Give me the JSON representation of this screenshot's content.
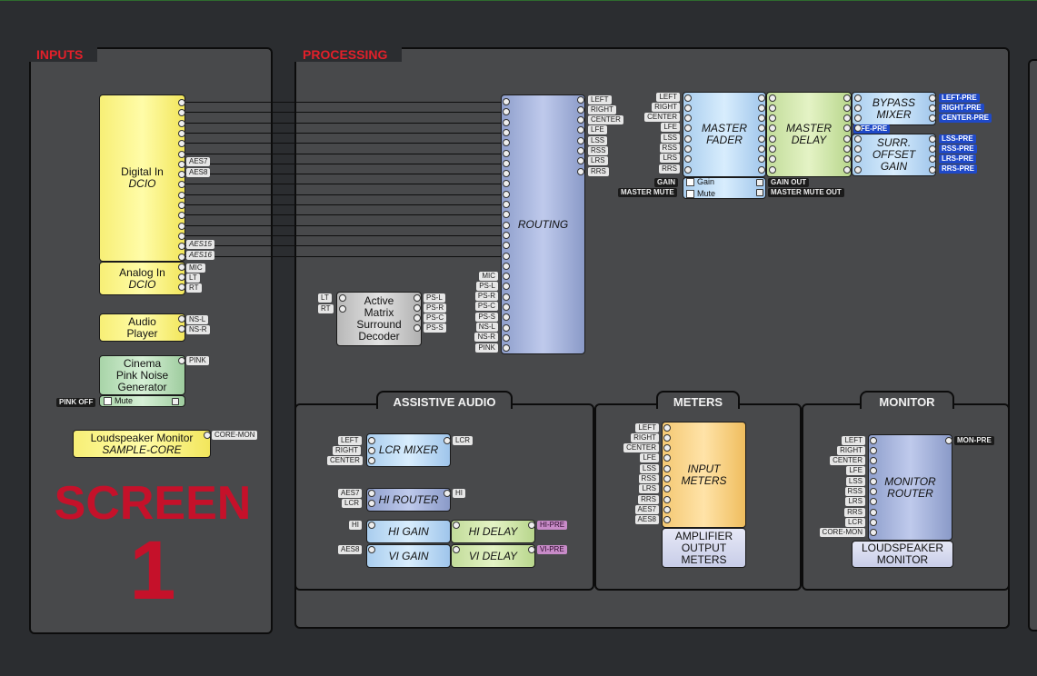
{
  "sections": {
    "inputs": "INPUTS",
    "processing": "PROCESSING",
    "assistive": "ASSISTIVE AUDIO",
    "meters": "METERS",
    "monitor": "MONITOR"
  },
  "screen": {
    "word": "SCREEN",
    "number": "1"
  },
  "inputs": {
    "digital_in": {
      "name": "Digital In",
      "sub": "DCIO",
      "outs": [
        "AES7",
        "AES8",
        "AES15",
        "AES16"
      ]
    },
    "analog_in": {
      "name": "Analog In",
      "sub": "DCIO",
      "outs": [
        "MIC",
        "LT",
        "RT"
      ]
    },
    "audio_player": {
      "name1": "Audio",
      "name2": "Player",
      "outs": [
        "NS-L",
        "NS-R"
      ]
    },
    "pink_noise": {
      "name1": "Cinema",
      "name2": "Pink Noise",
      "name3": "Generator",
      "out": "PINK",
      "mute": "Mute",
      "ctrl": "PINK OFF"
    },
    "ls_monitor": {
      "name": "Loudspeaker Monitor",
      "sub": "SAMPLE-CORE",
      "out": "CORE-MON"
    }
  },
  "processing": {
    "routing": {
      "name": "ROUTING",
      "outs": [
        "LEFT",
        "RIGHT",
        "CENTER",
        "LFE",
        "LSS",
        "RSS",
        "LRS",
        "RRS"
      ],
      "ins": [
        "MIC",
        "PS-L",
        "PS-R",
        "PS-C",
        "PS-S",
        "NS-L",
        "NS-R",
        "PINK"
      ]
    },
    "decoder": {
      "name1": "Active",
      "name2": "Matrix",
      "name3": "Surround",
      "name4": "Decoder",
      "ins": [
        "LT",
        "RT"
      ],
      "outs": [
        "PS-L",
        "PS-R",
        "PS-C",
        "PS-S"
      ]
    },
    "fader_ins": [
      "LEFT",
      "RIGHT",
      "CENTER",
      "LFE",
      "LSS",
      "RSS",
      "LRS",
      "RRS"
    ],
    "master_fader": {
      "name1": "MASTER",
      "name2": "FADER",
      "gain": "Gain",
      "mute": "Mute",
      "gain_ctrl": "GAIN",
      "mute_ctrl": "MASTER MUTE"
    },
    "master_delay": {
      "name1": "MASTER",
      "name2": "DELAY",
      "gain_out": "GAIN OUT",
      "mute_out": "MASTER MUTE OUT"
    },
    "bypass_mixer": {
      "name1": "BYPASS",
      "name2": "MIXER",
      "outs": [
        "LEFT-PRE",
        "RIGHT-PRE",
        "CENTER-PRE",
        "LFE-PRE"
      ]
    },
    "surr_offset": {
      "name1": "SURR.",
      "name2": "OFFSET",
      "name3": "GAIN",
      "outs": [
        "LSS-PRE",
        "RSS-PRE",
        "LRS-PRE",
        "RRS-PRE"
      ]
    }
  },
  "assistive": {
    "lcr_mixer": {
      "name": "LCR MIXER",
      "ins": [
        "LEFT",
        "RIGHT",
        "CENTER"
      ],
      "out": "LCR"
    },
    "hi_router": {
      "name": "HI ROUTER",
      "ins": [
        "AES7",
        "LCR"
      ],
      "out": "HI"
    },
    "hi_gain": {
      "name": "HI GAIN",
      "in": "HI"
    },
    "hi_delay": {
      "name": "HI DELAY",
      "out": "HI-PRE"
    },
    "vi_gain": {
      "name": "VI GAIN",
      "in": "AES8"
    },
    "vi_delay": {
      "name": "VI DELAY",
      "out": "VI-PRE"
    }
  },
  "meters": {
    "input_meters": {
      "name1": "INPUT",
      "name2": "METERS",
      "ins": [
        "LEFT",
        "RIGHT",
        "CENTER",
        "LFE",
        "LSS",
        "RSS",
        "LRS",
        "RRS",
        "AES7",
        "AES8"
      ]
    },
    "amp_meters": {
      "name1": "AMPLIFIER",
      "name2": "OUTPUT",
      "name3": "METERS"
    }
  },
  "monitor": {
    "monitor_router": {
      "name1": "MONITOR",
      "name2": "ROUTER",
      "ins": [
        "LEFT",
        "RIGHT",
        "CENTER",
        "LFE",
        "LSS",
        "RSS",
        "LRS",
        "RRS",
        "LCR",
        "CORE-MON"
      ],
      "out": "MON-PRE"
    },
    "ls_monitor": {
      "name1": "LOUDSPEAKER",
      "name2": "MONITOR"
    }
  }
}
